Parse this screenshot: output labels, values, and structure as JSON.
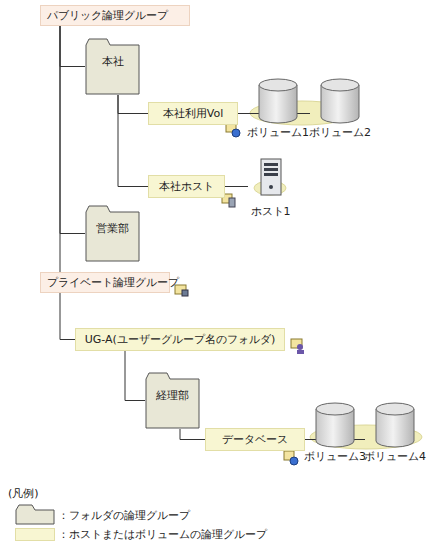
{
  "diagram": {
    "nodes": [
      {
        "text": [
          "パブリック論理グループ"
        ]
      },
      {
        "text": [
          "本社"
        ]
      },
      {
        "text": [
          "本社利用Vol"
        ]
      },
      {
        "text": [
          "ボリューム1"
        ]
      },
      {
        "text": [
          "ボリューム2"
        ]
      },
      {
        "text": [
          "本社ホスト"
        ]
      },
      {
        "text": [
          "ホスト1"
        ]
      },
      {
        "text": [
          "営業部"
        ]
      },
      {
        "text": [
          "プライベート論理グループ"
        ]
      },
      {
        "text": [
          "UG-A(ユーザーグループ名のフォルダ)"
        ]
      },
      {
        "text": [
          "経理部"
        ]
      },
      {
        "text": [
          "データベース"
        ]
      },
      {
        "text": [
          "ボリューム3"
        ]
      },
      {
        "text": [
          "ボリューム4"
        ]
      }
    ],
    "edges": [
      {
        "from": 0,
        "to": 1,
        "arrow": "none"
      },
      {
        "from": 0,
        "to": 7,
        "arrow": "none"
      },
      {
        "from": 0,
        "to": 8,
        "arrow": "none"
      },
      {
        "from": 1,
        "to": 2,
        "arrow": "none"
      },
      {
        "from": 1,
        "to": 5,
        "arrow": "none"
      },
      {
        "from": 2,
        "to": 3,
        "arrow": "none"
      },
      {
        "from": 2,
        "to": 4,
        "arrow": "none"
      },
      {
        "from": 5,
        "to": 6,
        "arrow": "none"
      },
      {
        "from": 8,
        "to": 9,
        "arrow": "none"
      },
      {
        "from": 9,
        "to": 10,
        "arrow": "none"
      },
      {
        "from": 10,
        "to": 11,
        "arrow": "none"
      },
      {
        "from": 11,
        "to": 12,
        "arrow": "none"
      },
      {
        "from": 11,
        "to": 13,
        "arrow": "none"
      }
    ],
    "labels": [
      "(凡例)"
    ],
    "legend": [
      {
        "text": "：フォルダの論理グループ"
      },
      {
        "text": "：ホストまたはボリュームの論理グループ",
        "color": "#f8f6d2"
      }
    ]
  }
}
